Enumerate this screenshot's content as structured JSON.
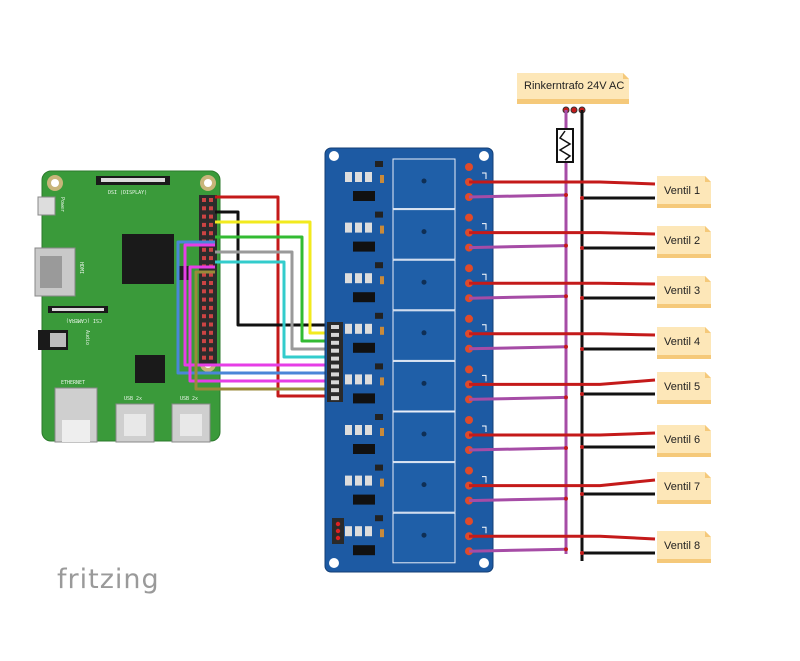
{
  "transformer": {
    "label": "Rinkerntrafo 24V AC"
  },
  "valves": [
    {
      "label": "Ventil 1"
    },
    {
      "label": "Ventil 2"
    },
    {
      "label": "Ventil 3"
    },
    {
      "label": "Ventil 4"
    },
    {
      "label": "Ventil 5"
    },
    {
      "label": "Ventil 6"
    },
    {
      "label": "Ventil 7"
    },
    {
      "label": "Ventil 8"
    }
  ],
  "pi": {
    "dsi_label": "DSI (DISPLAY)",
    "csi_label": "CSI (CAMERA)",
    "hdmi_label": "HDMI",
    "power_label": "Power",
    "audio_label": "Audio",
    "ethernet_label": "ETHERNET",
    "usb_label_1": "USB 2x",
    "usb_label_2": "USB 2x"
  },
  "brand": {
    "text": "fritzing"
  },
  "colors": {
    "pi_board": "#3a9a3a",
    "relay_board": "#1d5aa3",
    "wire_red": "#c41a1a",
    "wire_black": "#111111",
    "wire_purple": "#a64ca6",
    "note_fill": "#fde7b8"
  }
}
